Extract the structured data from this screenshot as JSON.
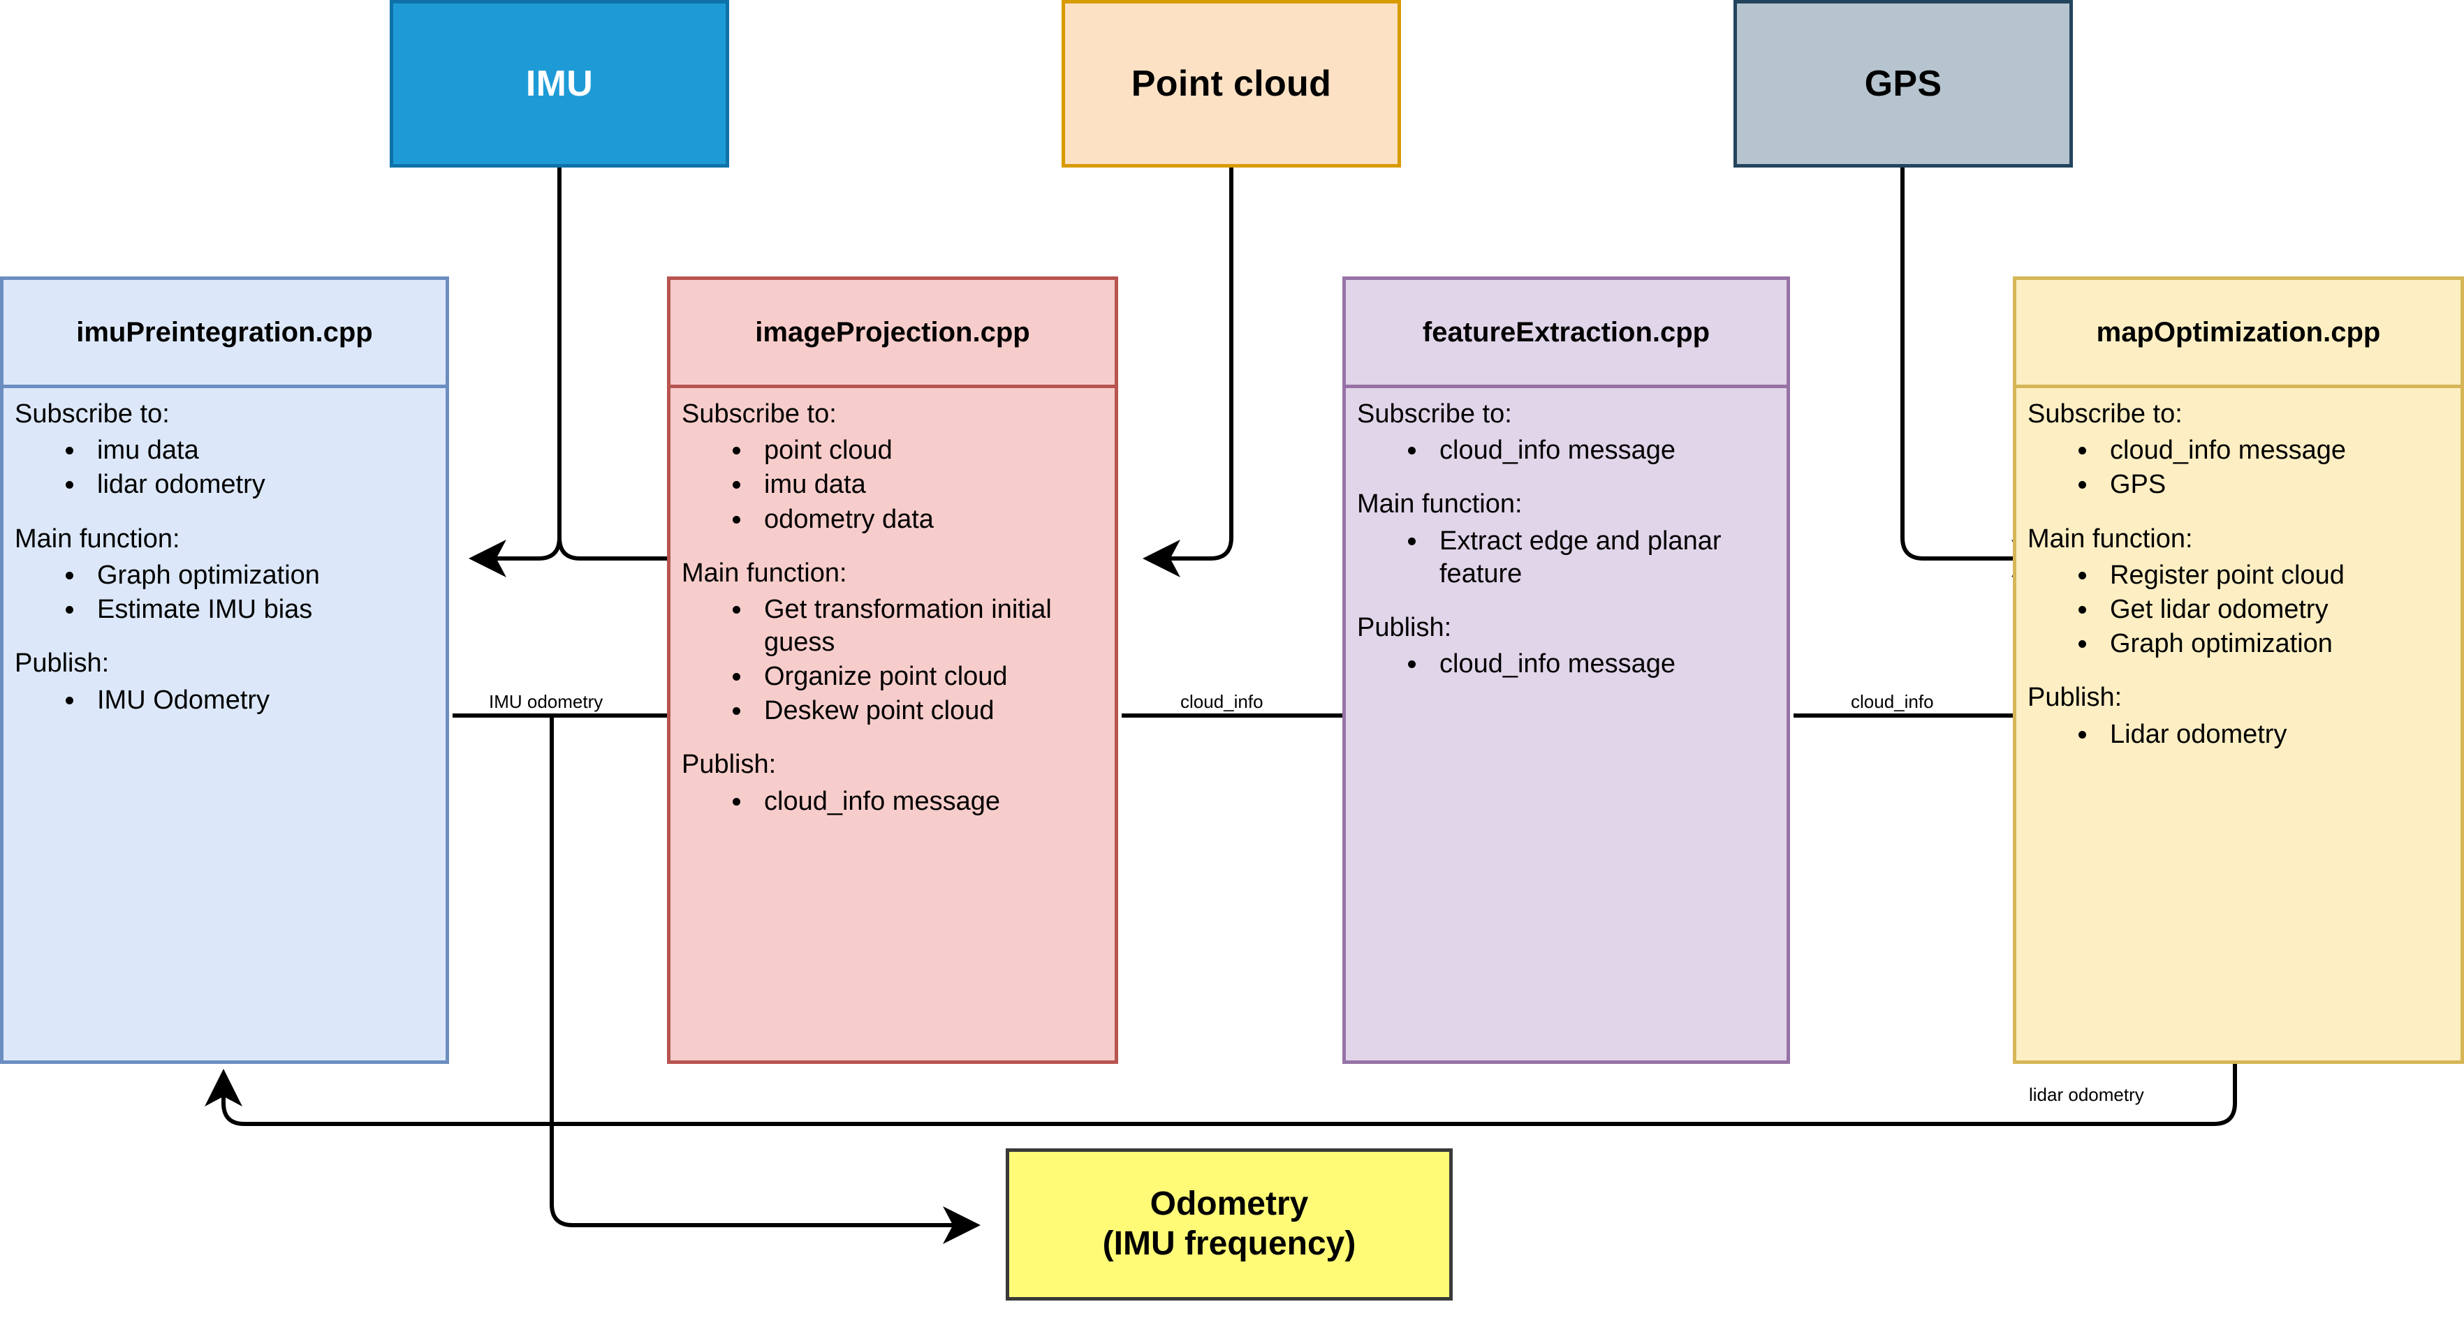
{
  "sources": [
    {
      "id": "imu",
      "label": "IMU",
      "fill": "#1E9BD7",
      "stroke": "#0E72A8",
      "text": "#FFFFFF"
    },
    {
      "id": "point_cloud",
      "label": "Point cloud",
      "fill": "#FCE1C4",
      "stroke": "#D79B00",
      "text": "#000000"
    },
    {
      "id": "gps",
      "label": "GPS",
      "fill": "#B5C4CE",
      "stroke": "#23445D",
      "text": "#000000"
    }
  ],
  "nodes": [
    {
      "id": "imuPreintegration",
      "title": "imuPreintegration.cpp",
      "fill": "#DCE8F9",
      "stroke": "#6B8DC0",
      "subscribe_label": "Subscribe to:",
      "subscribe": [
        "imu data",
        "lidar odometry"
      ],
      "main_label": "Main function:",
      "main": [
        "Graph optimization",
        "Estimate IMU bias"
      ],
      "publish_label": "Publish:",
      "publish": [
        "IMU Odometry"
      ]
    },
    {
      "id": "imageProjection",
      "title": "imageProjection.cpp",
      "fill": "#F7CDCB",
      "stroke": "#B85450",
      "subscribe_label": "Subscribe to:",
      "subscribe": [
        "point cloud",
        "imu data",
        "odometry data"
      ],
      "main_label": "Main function:",
      "main": [
        "Get transformation initial guess",
        "Organize point cloud",
        "Deskew point cloud"
      ],
      "publish_label": "Publish:",
      "publish": [
        "cloud_info message"
      ]
    },
    {
      "id": "featureExtraction",
      "title": "featureExtraction.cpp",
      "fill": "#E1D5E9",
      "stroke": "#9673A6",
      "subscribe_label": "Subscribe to:",
      "subscribe": [
        "cloud_info message"
      ],
      "main_label": "Main function:",
      "main": [
        "Extract edge and planar feature"
      ],
      "publish_label": "Publish:",
      "publish": [
        "cloud_info message"
      ]
    },
    {
      "id": "mapOptimization",
      "title": "mapOptimization.cpp",
      "fill": "#FDEFC3",
      "stroke": "#D6B656",
      "subscribe_label": "Subscribe to:",
      "subscribe": [
        "cloud_info message",
        "GPS"
      ],
      "main_label": "Main function:",
      "main": [
        "Register point cloud",
        "Get lidar odometry",
        "Graph optimization"
      ],
      "publish_label": "Publish:",
      "publish": [
        "Lidar odometry"
      ]
    }
  ],
  "output": {
    "id": "odometry",
    "line1": "Odometry",
    "line2": "(IMU frequency)",
    "fill": "#FFFB77",
    "stroke": "#3A3A3A"
  },
  "edge_labels": {
    "imu_odometry": "IMU odometry",
    "cloud_info_1": "cloud_info",
    "cloud_info_2": "cloud_info",
    "lidar_odometry": "lidar odometry"
  },
  "colors": {
    "edge": "#000000",
    "canvas": "#FFFFFF"
  }
}
